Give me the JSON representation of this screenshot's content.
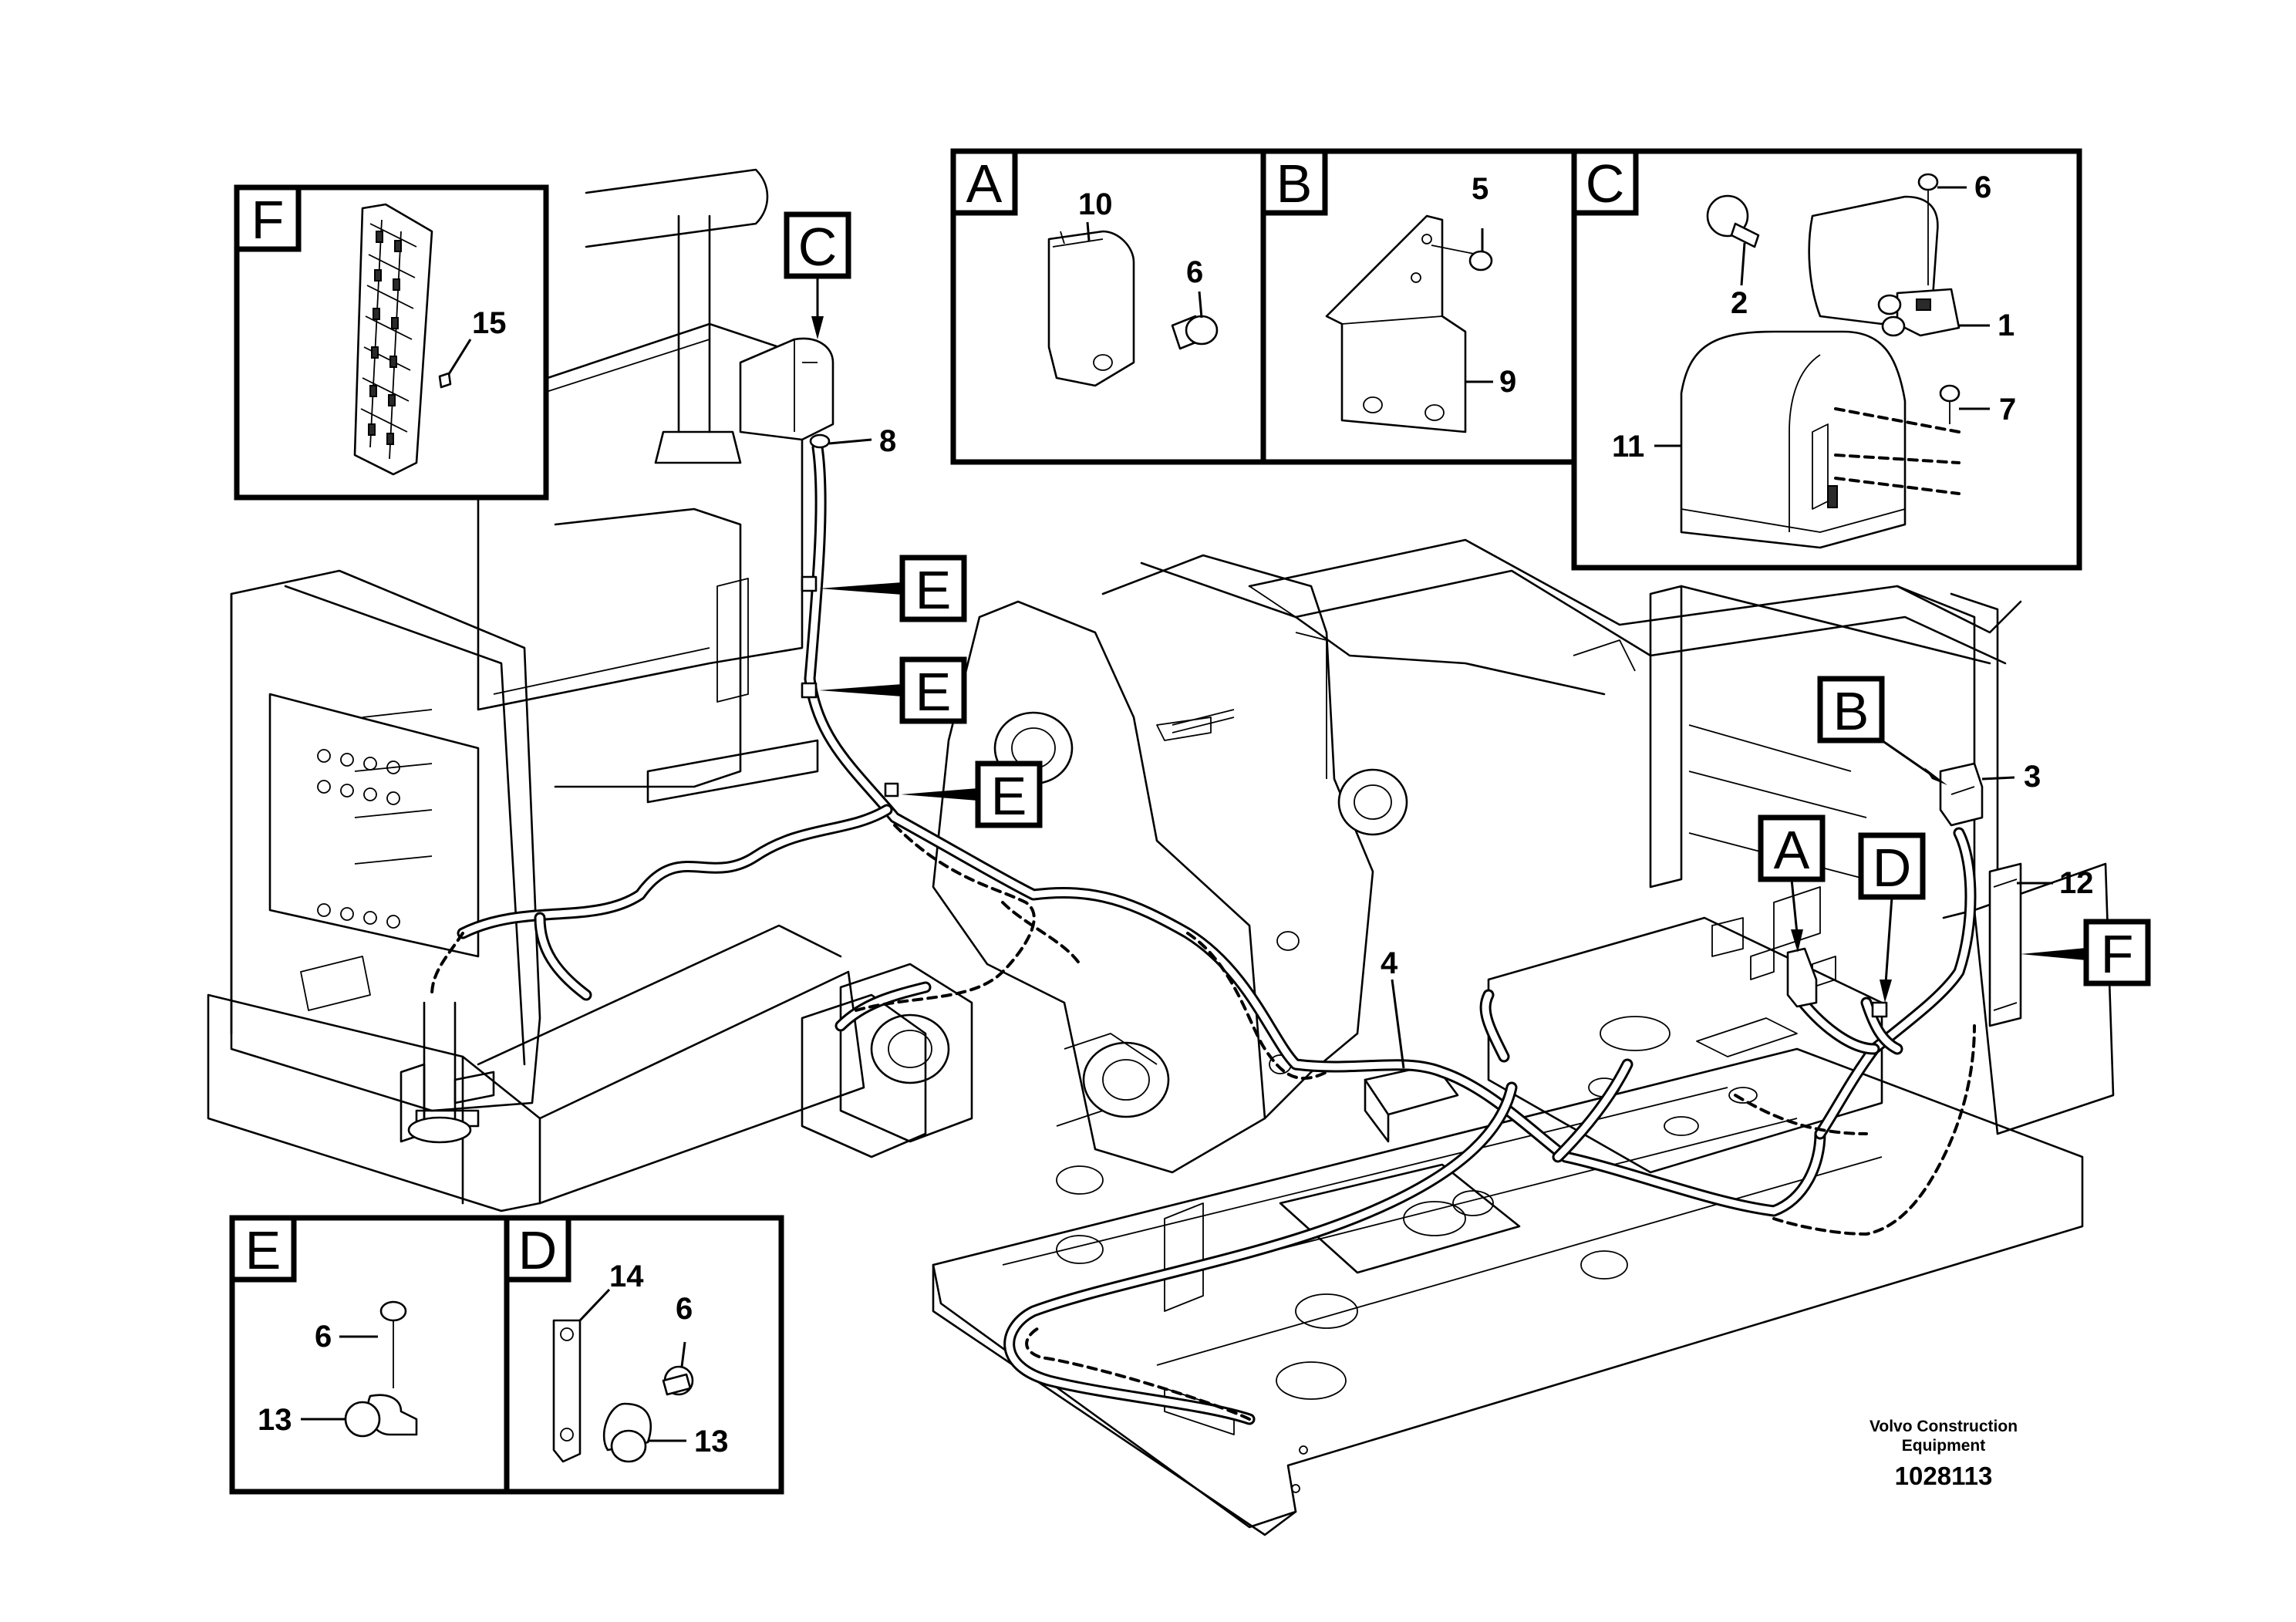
{
  "detail_panels": {
    "A": {
      "letter": "A",
      "callouts": [
        "10",
        "6"
      ]
    },
    "B": {
      "letter": "B",
      "callouts": [
        "5",
        "9"
      ]
    },
    "C": {
      "letter": "C",
      "callouts": [
        "6",
        "2",
        "1",
        "7",
        "11"
      ]
    },
    "F": {
      "letter": "F",
      "callouts": [
        "15"
      ]
    },
    "E": {
      "letter": "E",
      "callouts": [
        "6",
        "13"
      ]
    },
    "D": {
      "letter": "D",
      "callouts": [
        "14",
        "6",
        "13"
      ]
    }
  },
  "main_callouts": [
    "8",
    "3",
    "12",
    "4"
  ],
  "view_markers": [
    "C",
    "E",
    "E",
    "E",
    "B",
    "A",
    "D",
    "F"
  ],
  "caption": {
    "line1": "Volvo Construction",
    "line2": "Equipment",
    "drawing_number": "1028113"
  },
  "colors": {
    "line": "#000000",
    "background": "#ffffff"
  }
}
